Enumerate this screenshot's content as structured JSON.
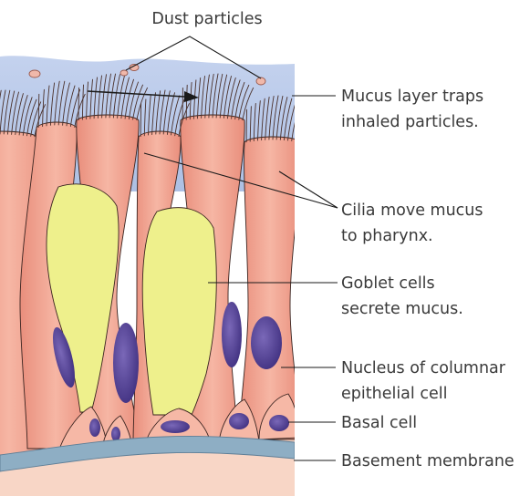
{
  "labels": {
    "dust": "Dust particles",
    "mucus_1": "Mucus layer traps",
    "mucus_2": "inhaled particles.",
    "cilia_1": "Cilia move mucus",
    "cilia_2": "to pharynx.",
    "goblet_1": "Goblet cells",
    "goblet_2": "secrete mucus.",
    "nucleus_1": "Nucleus of columnar",
    "nucleus_2": "epithelial cell",
    "basal": "Basal cell",
    "membrane": "Basement membrane"
  },
  "colors": {
    "mucus": "#b9c9e8",
    "columnar_cell": "#f0a898",
    "goblet_cell": "#eef08c",
    "nucleus": "#4e3c8e",
    "basement_membrane": "#8eaec4",
    "connective_tissue": "#f8d6c6",
    "dust": "#f0b8aa"
  }
}
